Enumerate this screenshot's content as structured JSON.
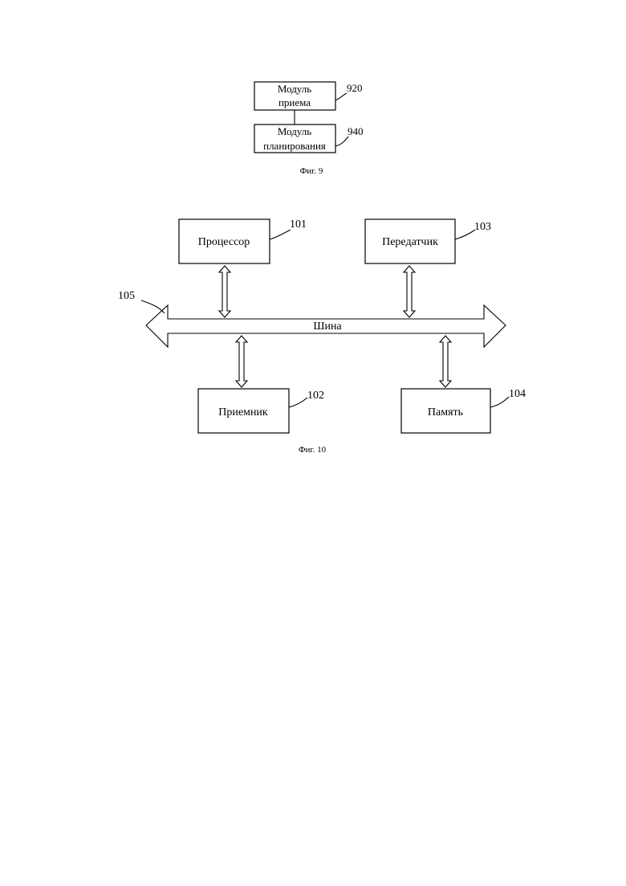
{
  "fig9": {
    "modules": [
      {
        "line1": "Модуль",
        "line2": "приема",
        "ref": "920"
      },
      {
        "line1": "Модуль",
        "line2": "планирования",
        "ref": "940"
      }
    ],
    "caption": "Фиг. 9"
  },
  "fig10": {
    "bus_label": "Шина",
    "bus_ref": "105",
    "blocks": [
      {
        "label": "Процессор",
        "ref": "101"
      },
      {
        "label": "Передатчик",
        "ref": "103"
      },
      {
        "label": "Приемник",
        "ref": "102"
      },
      {
        "label": "Память",
        "ref": "104"
      }
    ],
    "caption": "Фиг. 10"
  }
}
